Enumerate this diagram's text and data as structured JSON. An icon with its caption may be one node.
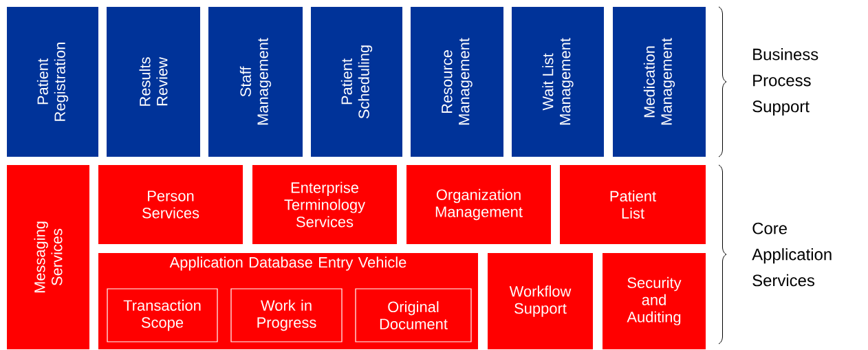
{
  "diagram": {
    "nodes": [
      {
        "text": [
          "Patient Registration"
        ]
      },
      {
        "text": [
          "Results Review"
        ]
      },
      {
        "text": [
          "Staff Management"
        ]
      },
      {
        "text": [
          "Patient Scheduling"
        ]
      },
      {
        "text": [
          "Resource Management"
        ]
      },
      {
        "text": [
          "Wait List Management"
        ]
      },
      {
        "text": [
          "Medication Management"
        ]
      },
      {
        "text": [
          "Messaging Services"
        ]
      },
      {
        "text": [
          "Person Services"
        ]
      },
      {
        "text": [
          "Enterprise Terminology Services"
        ]
      },
      {
        "text": [
          "Organization Management"
        ]
      },
      {
        "text": [
          "Patient List"
        ]
      },
      {
        "text": [
          "Application Database Entry Vehicle"
        ]
      },
      {
        "text": [
          "Transaction Scope"
        ],
        "in": 12
      },
      {
        "text": [
          "Work in Progress"
        ],
        "in": 12
      },
      {
        "text": [
          "Original Document"
        ],
        "in": 12
      },
      {
        "text": [
          "Workflow Support"
        ]
      },
      {
        "text": [
          "Security and Auditing"
        ]
      }
    ],
    "labels": [
      "Business Process Support",
      "Core Application Services"
    ]
  }
}
